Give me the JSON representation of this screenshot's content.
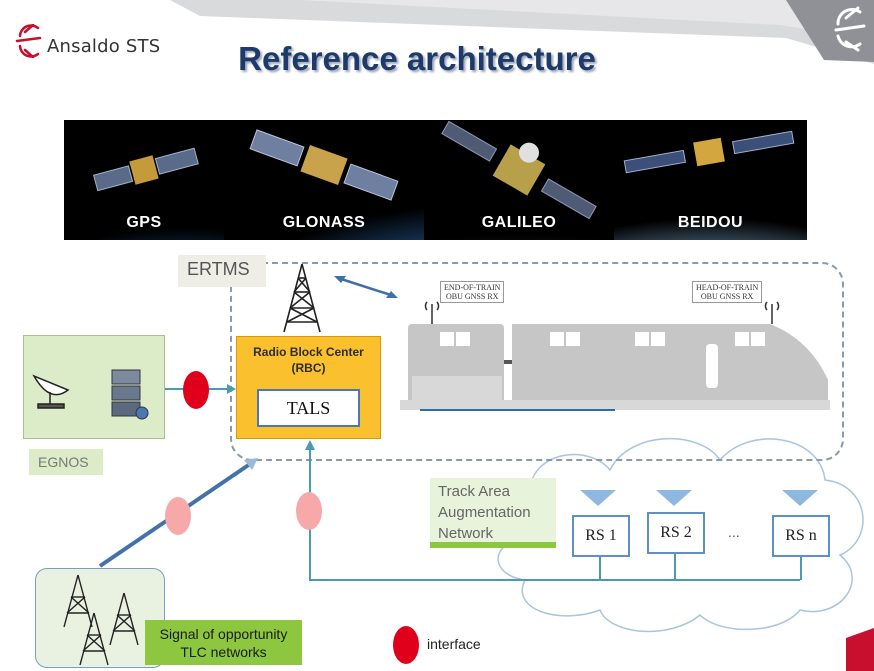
{
  "header": {
    "brand": "Ansaldo STS",
    "title": "Reference architecture"
  },
  "satellites": [
    {
      "label": "GPS",
      "icon": "gps-satellite-icon"
    },
    {
      "label": "GLONASS",
      "icon": "glonass-satellite-icon"
    },
    {
      "label": "GALILEO",
      "icon": "galileo-satellite-icon"
    },
    {
      "label": "BEIDOU",
      "icon": "beidou-satellite-icon"
    }
  ],
  "ertms": {
    "label": "ERTMS",
    "rbc_title_line1": "Radio Block Center",
    "rbc_title_line2": "(RBC)",
    "tals_label": "TALS",
    "end_of_train_line1": "END-OF-TRAIN",
    "end_of_train_line2": "OBU GNSS RX",
    "head_of_train_line1": "HEAD-OF-TRAIN",
    "head_of_train_line2": "OBU GNSS RX"
  },
  "egnos": {
    "label": "EGNOS"
  },
  "tlc": {
    "label_line1": "Signal of opportunity",
    "label_line2": "TLC networks"
  },
  "track_area": {
    "label_line1": "Track Area",
    "label_line2": "Augmentation",
    "label_line3": "Network",
    "stations": [
      "RS 1",
      "RS 2",
      "RS n"
    ],
    "ellipsis": "..."
  },
  "legend": {
    "interface_label": "interface"
  },
  "colors": {
    "title": "#1d3a6b",
    "rbc_fill": "#fbc02d",
    "interface_red": "#e0001b",
    "interface_pink": "#f7a9a9",
    "link_blue": "#4a9ab0",
    "legend_green": "#8dc63f",
    "accent_red": "#c8102e"
  }
}
